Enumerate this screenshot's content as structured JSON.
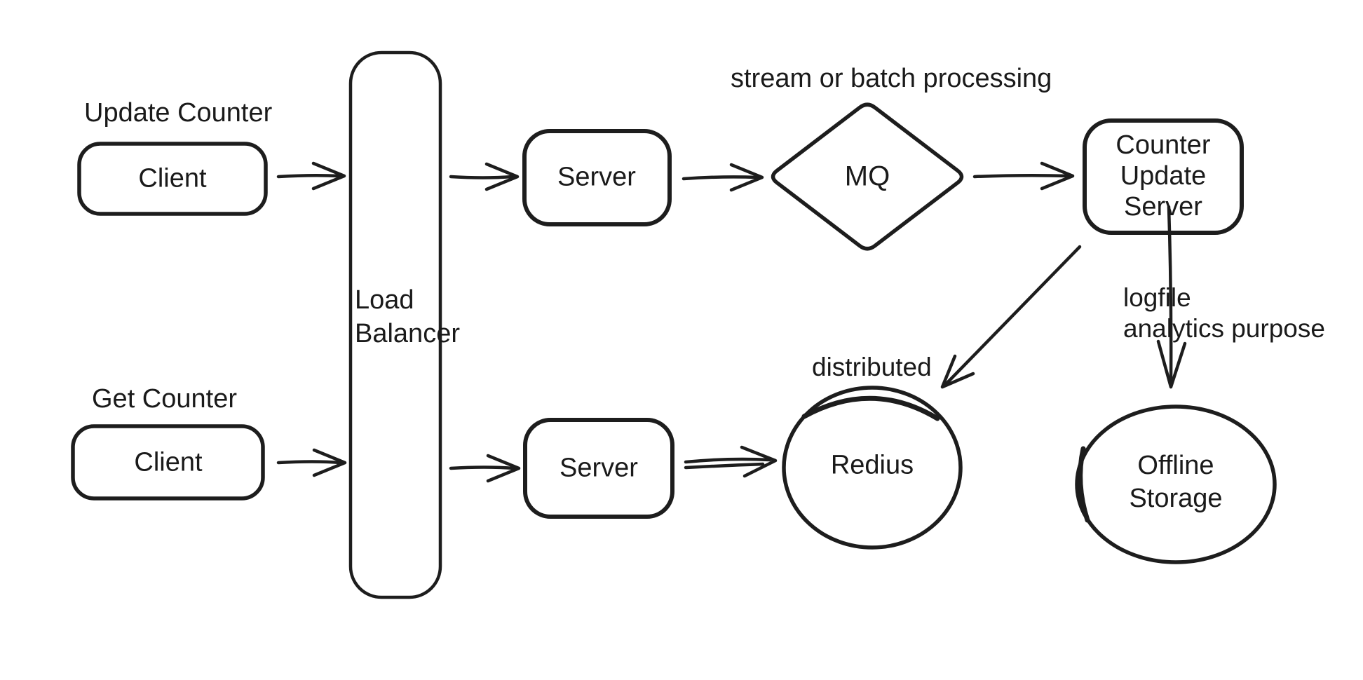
{
  "diagram": {
    "background": "#ffffff",
    "stroke_color": "#1d1d1d",
    "text_color": "#1a1a1a",
    "flow_labels": {
      "update_counter": "Update Counter",
      "get_counter": "Get Counter"
    },
    "annotations": {
      "stream_or_batch": "stream or batch processing",
      "distributed": "distributed",
      "logfile_line1": "logfile",
      "logfile_line2": "analytics purpose"
    },
    "nodes": {
      "client_update": {
        "label": "Client",
        "shape": "rounded-rect"
      },
      "client_get": {
        "label": "Client",
        "shape": "rounded-rect"
      },
      "load_balancer": {
        "line1": "Load",
        "line2": "Balancer",
        "shape": "rounded-rect"
      },
      "server_update": {
        "label": "Server",
        "shape": "rounded-rect"
      },
      "server_get": {
        "label": "Server",
        "shape": "rounded-rect"
      },
      "mq": {
        "label": "MQ",
        "shape": "diamond"
      },
      "counter_update_server": {
        "line1": "Counter",
        "line2": "Update",
        "line3": "Server",
        "shape": "rounded-rect"
      },
      "redius": {
        "label": "Redius",
        "shape": "circle"
      },
      "offline_storage": {
        "line1": "Offline",
        "line2": "Storage",
        "shape": "ellipse"
      }
    }
  }
}
